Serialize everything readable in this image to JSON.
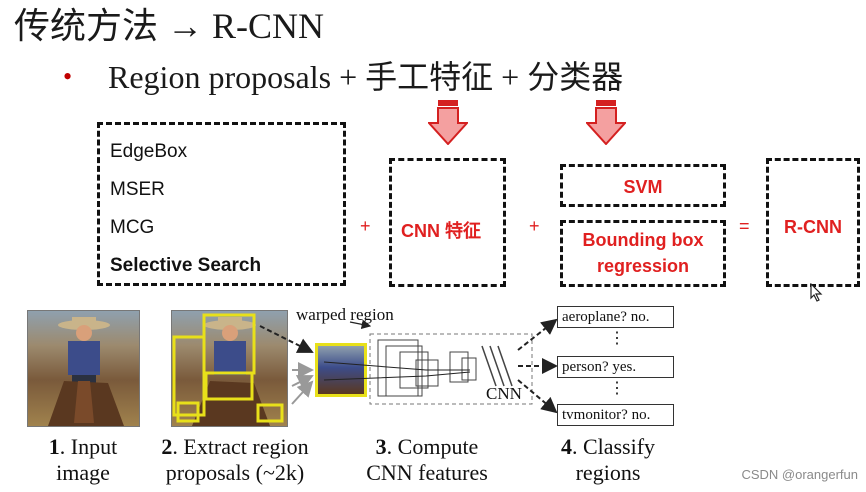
{
  "slide": {
    "title": "传统方法 → R-CNN",
    "bullet": "Region proposals + 手工特征 + 分类器"
  },
  "proposal_box": {
    "items": [
      "EdgeBox",
      "MSER",
      "MCG"
    ],
    "highlight": "Selective Search"
  },
  "operators": {
    "plus1": "+",
    "plus2": "+",
    "equals": "="
  },
  "cnn_box": {
    "label": "CNN 特征"
  },
  "svm_box": {
    "label": "SVM"
  },
  "bbox_box": {
    "line1": "Bounding box",
    "line2": "regression"
  },
  "rcnn_box": {
    "label": "R-CNN"
  },
  "pipeline": {
    "warped_label": "warped region",
    "cnn_label": "CNN",
    "classes": [
      "aeroplane? no.",
      "person? yes.",
      "tvmonitor? no."
    ],
    "dots": [
      "⋮",
      "⋮"
    ],
    "steps": [
      {
        "num": "1",
        "line1": ". Input",
        "line2": "image"
      },
      {
        "num": "2",
        "line1": ". Extract region",
        "line2": "proposals (~2k)"
      },
      {
        "num": "3",
        "line1": ". Compute",
        "line2": "CNN features"
      },
      {
        "num": "4",
        "line1": ". Classify",
        "line2": "regions"
      }
    ]
  },
  "watermark": "CSDN @orangerfun",
  "colors": {
    "accent_red": "#e02020",
    "arrow_fill": "#f4a0a0",
    "highlight_yellow": "#e8e01a"
  }
}
